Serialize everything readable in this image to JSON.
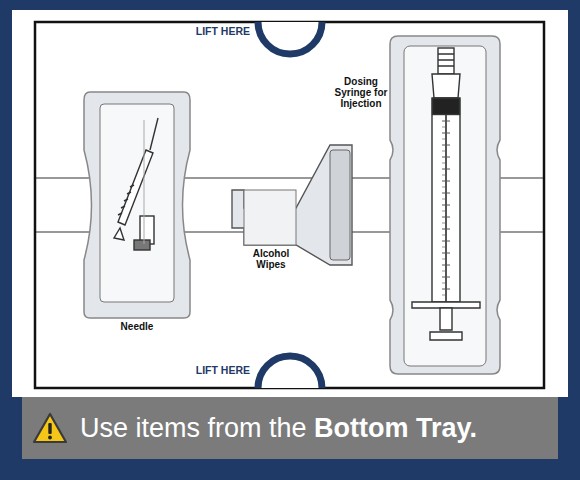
{
  "diagram": {
    "nodes": [
      {
        "text": [
          "Use items from the",
          "Bottom Tray."
        ]
      }
    ],
    "labels": [
      "LIFT HERE",
      "Dosing Syringe for Injection",
      "Alcohol Wipes",
      "Needle",
      "LIFT HERE"
    ]
  }
}
